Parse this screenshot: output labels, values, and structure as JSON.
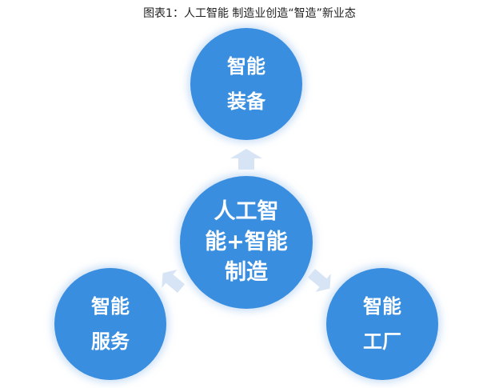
{
  "title": "图表1：人工智能 制造业创造“智造”新业态",
  "center": {
    "lines": [
      "人工智",
      "能+智能",
      "制造"
    ]
  },
  "top": {
    "lines": [
      "智能",
      "装备"
    ]
  },
  "bottom_left": {
    "lines": [
      "智能",
      "服务"
    ]
  },
  "bottom_right": {
    "lines": [
      "智能",
      "工厂"
    ]
  },
  "colors": {
    "circle": "#3a8ee0",
    "arrow": "#d6e4f5"
  }
}
